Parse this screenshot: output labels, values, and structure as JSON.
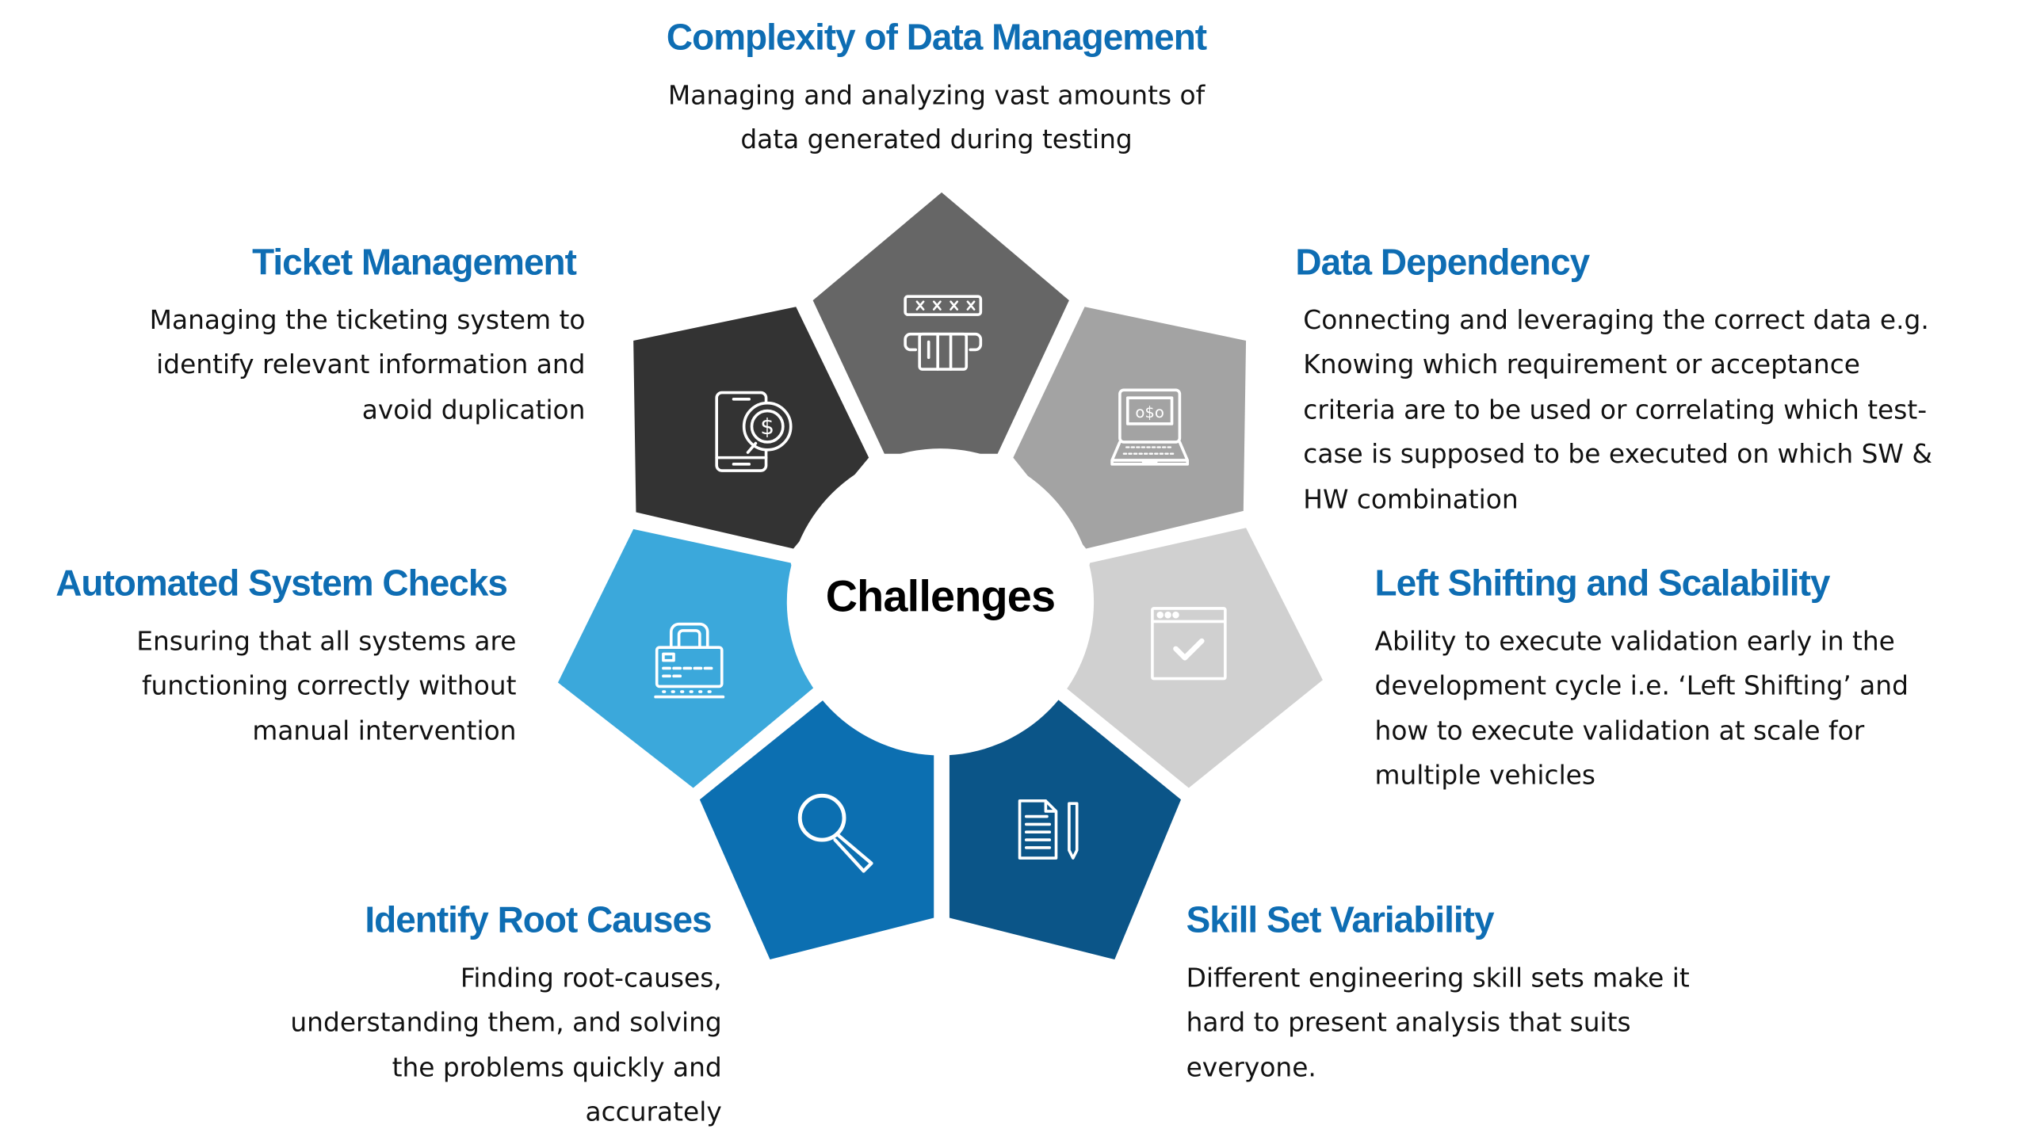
{
  "center": {
    "label": "Challenges"
  },
  "colors": {
    "heading": "#0e6db3",
    "segment_top": "#666666",
    "segment_top_right": "#a3a3a3",
    "segment_right": "#d0d0d0",
    "segment_bottom_right": "#0b5588",
    "segment_bottom_left": "#0c6fb1",
    "segment_left": "#3ba8db",
    "segment_top_left": "#333333"
  },
  "challenges": [
    {
      "title": "Complexity of Data Management",
      "icon": "atm-card-pin-icon",
      "lines": [
        "Managing and analyzing vast amounts of",
        "data generated during testing"
      ]
    },
    {
      "title": "Data Dependency",
      "icon": "laptop-money-icon",
      "lines": [
        "Connecting and leveraging the correct data e.g.",
        "Knowing which requirement or acceptance",
        "criteria are to be used or correlating which test-",
        "case is supposed to be executed on which SW &",
        "HW combination"
      ]
    },
    {
      "title": "Left Shifting and Scalability",
      "icon": "browser-check-icon",
      "lines": [
        "Ability to execute validation early in the",
        "development cycle i.e. ‘Left Shifting’ and",
        "how to execute validation at scale for",
        "multiple vehicles"
      ]
    },
    {
      "title": "Skill Set Variability",
      "icon": "document-pencil-icon",
      "lines": [
        "Different engineering skill sets make it",
        "hard to present analysis that suits",
        "everyone."
      ]
    },
    {
      "title": "Identify Root Causes",
      "icon": "magnifier-icon",
      "lines": [
        "Finding root-causes,",
        "understanding them, and solving",
        "the problems quickly and",
        "accurately"
      ]
    },
    {
      "title": "Automated System Checks",
      "icon": "card-lock-icon",
      "lines": [
        "Ensuring that all systems are",
        "functioning correctly without",
        "manual intervention"
      ]
    },
    {
      "title": "Ticket Management",
      "icon": "phone-dollar-chat-icon",
      "lines": [
        "Managing the ticketing system to",
        "identify relevant information and",
        "avoid duplication"
      ]
    }
  ]
}
